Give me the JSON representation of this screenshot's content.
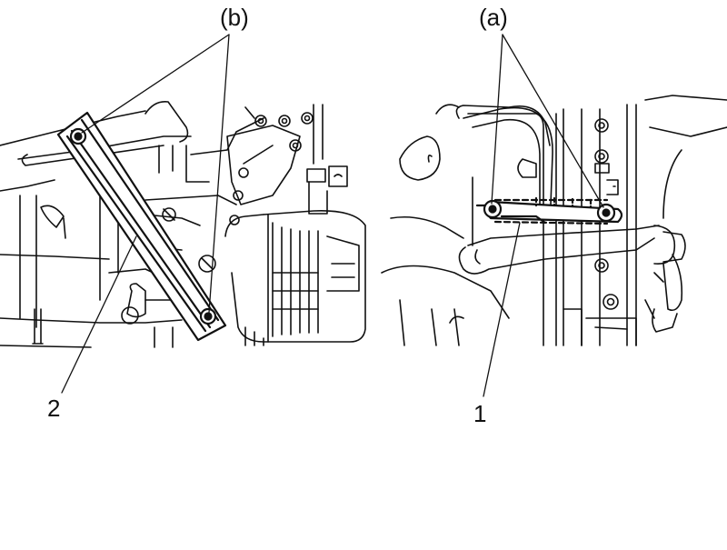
{
  "callouts": {
    "b": "(b)",
    "a": "(a)",
    "two": "2",
    "one": "1"
  },
  "colors": {
    "line": "#111111",
    "background": "#ffffff"
  }
}
